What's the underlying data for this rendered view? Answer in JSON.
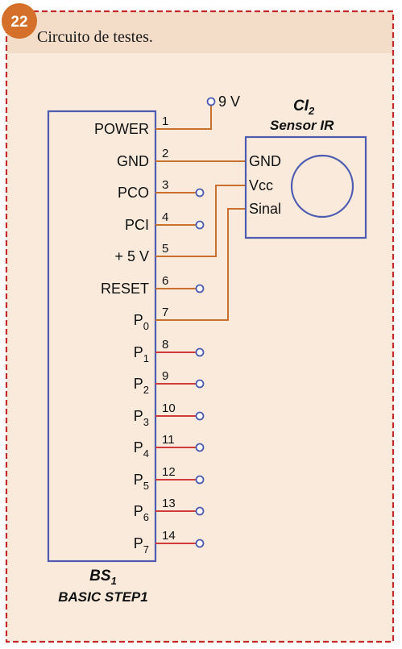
{
  "figure_number": "22",
  "title": "Circuito de testes.",
  "supply": {
    "label": "9 V"
  },
  "sensor": {
    "ref": "CI",
    "ref_sub": "2",
    "name": "Sensor IR",
    "pins": [
      "GND",
      "Vcc",
      "Sinal"
    ]
  },
  "board": {
    "ref": "BS",
    "ref_sub": "1",
    "name": "BASIC STEP1",
    "pins": [
      {
        "num": "1",
        "label": "POWER",
        "sub": ""
      },
      {
        "num": "2",
        "label": "GND",
        "sub": ""
      },
      {
        "num": "3",
        "label": "PCO",
        "sub": ""
      },
      {
        "num": "4",
        "label": "PCI",
        "sub": ""
      },
      {
        "num": "5",
        "label": "+ 5 V",
        "sub": ""
      },
      {
        "num": "6",
        "label": "RESET",
        "sub": ""
      },
      {
        "num": "7",
        "label": "P",
        "sub": "0"
      },
      {
        "num": "8",
        "label": "P",
        "sub": "1"
      },
      {
        "num": "9",
        "label": "P",
        "sub": "2"
      },
      {
        "num": "10",
        "label": "P",
        "sub": "3"
      },
      {
        "num": "11",
        "label": "P",
        "sub": "4"
      },
      {
        "num": "12",
        "label": "P",
        "sub": "5"
      },
      {
        "num": "13",
        "label": "P",
        "sub": "6"
      },
      {
        "num": "14",
        "label": "P",
        "sub": "7"
      }
    ]
  },
  "colors": {
    "frame": "#c32b2b",
    "component_outline": "#4d5bb0",
    "wire": "#c8702e",
    "badge": "#d4702a"
  }
}
